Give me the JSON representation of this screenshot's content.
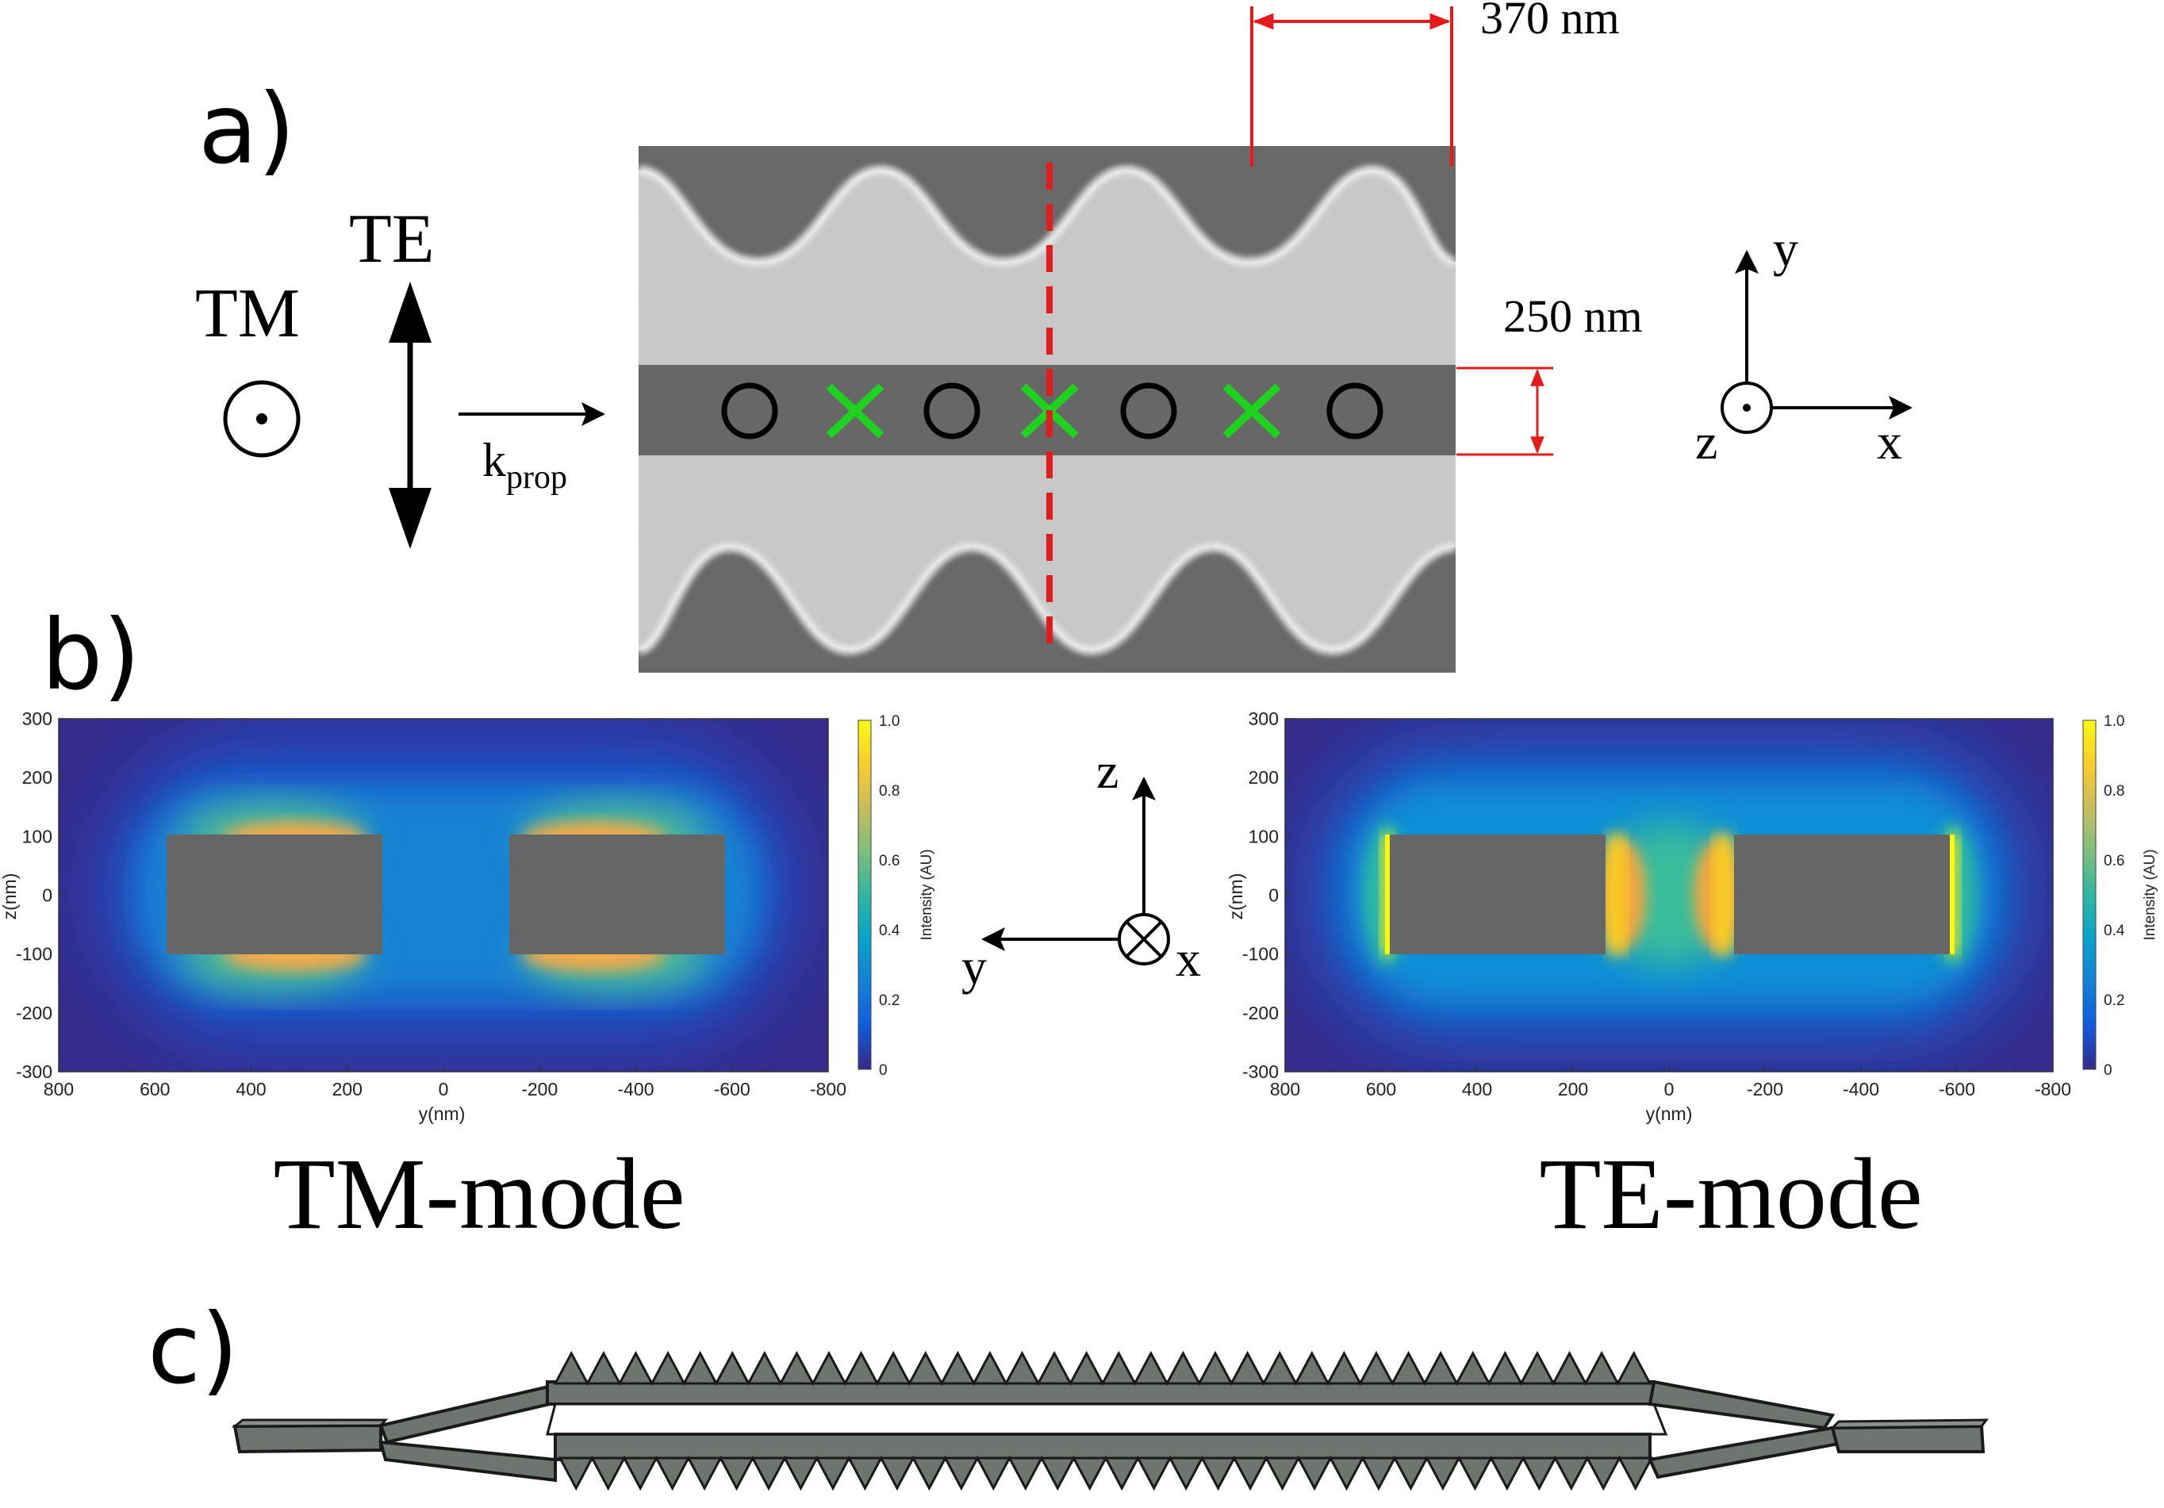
{
  "panel_a": {
    "letter": "a)",
    "polarization_tm": "TM",
    "polarization_te": "TE",
    "k_prop_base": "k",
    "k_prop_sub": "prop",
    "period_label": "370 nm",
    "gap_label": "250 nm",
    "axes": {
      "x": "x",
      "y": "y",
      "z": "z"
    },
    "colors": {
      "dimension": "#e41b1b",
      "cross_marker": "#1ed31e",
      "circle_marker": "#000000",
      "sem_dark": "#666666",
      "sem_light": "#c8c8c8"
    }
  },
  "panel_b": {
    "letter": "b)",
    "tm_plot": {
      "title": "TM-mode",
      "xlabel": "y(nm)",
      "ylabel": "z(nm)",
      "x_ticks": [
        "800",
        "600",
        "400",
        "200",
        "0",
        "-200",
        "-400",
        "-600",
        "-800"
      ],
      "y_ticks": [
        "300",
        "200",
        "100",
        "0",
        "-100",
        "-200",
        "-300"
      ],
      "colorbar_label": "Intensity (AU)",
      "colorbar_ticks": [
        "1.0",
        "0.8",
        "0.6",
        "0.4",
        "0.2",
        "0"
      ]
    },
    "te_plot": {
      "title": "TE-mode",
      "xlabel": "y(nm)",
      "ylabel": "z(nm)",
      "x_ticks": [
        "800",
        "600",
        "400",
        "200",
        "0",
        "-200",
        "-400",
        "-600",
        "-800"
      ],
      "y_ticks": [
        "300",
        "200",
        "100",
        "0",
        "-100",
        "-200",
        "-300"
      ],
      "colorbar_label": "Intensity (AU)",
      "colorbar_ticks": [
        "1.0",
        "0.8",
        "0.6",
        "0.4",
        "0.2",
        "0"
      ]
    },
    "axes": {
      "z": "z",
      "y": "y",
      "x": "x"
    },
    "colormap": [
      "#352a87",
      "#0363e1",
      "#1485d4",
      "#06a7c6",
      "#38b99e",
      "#92bf73",
      "#d9ba56",
      "#fcce2e",
      "#f9fb0e"
    ]
  },
  "panel_c": {
    "letter": "c)",
    "colors": {
      "body": "#6e746e",
      "outline": "#1a1a1a"
    }
  }
}
